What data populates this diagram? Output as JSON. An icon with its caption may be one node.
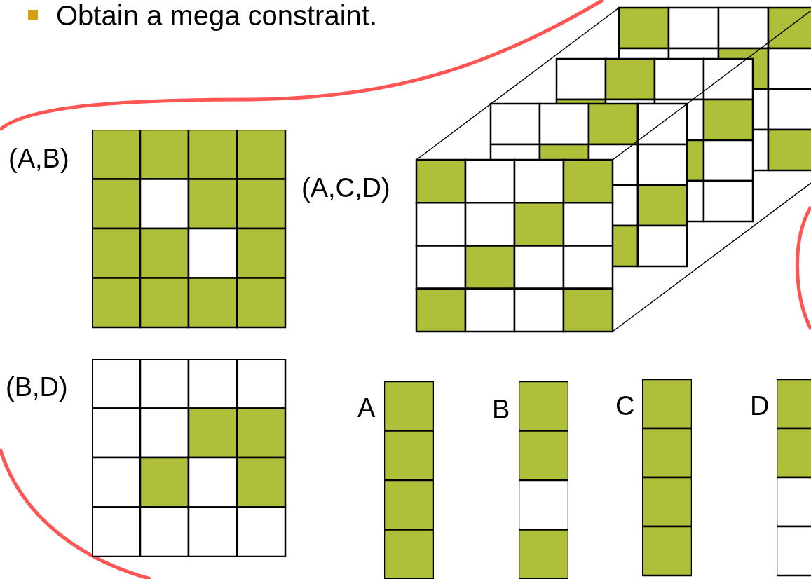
{
  "diagram": {
    "nodes": [
      {
        "text": [
          "(A,B)"
        ]
      },
      {
        "text": [
          "(A,C,D)"
        ]
      },
      {
        "text": [
          "(B,D)"
        ]
      },
      {
        "text": [
          "A"
        ]
      },
      {
        "text": [
          "B"
        ]
      },
      {
        "text": [
          "C"
        ]
      },
      {
        "text": [
          "D"
        ]
      }
    ],
    "labels": [
      "Obtain a mega constraint."
    ]
  }
}
